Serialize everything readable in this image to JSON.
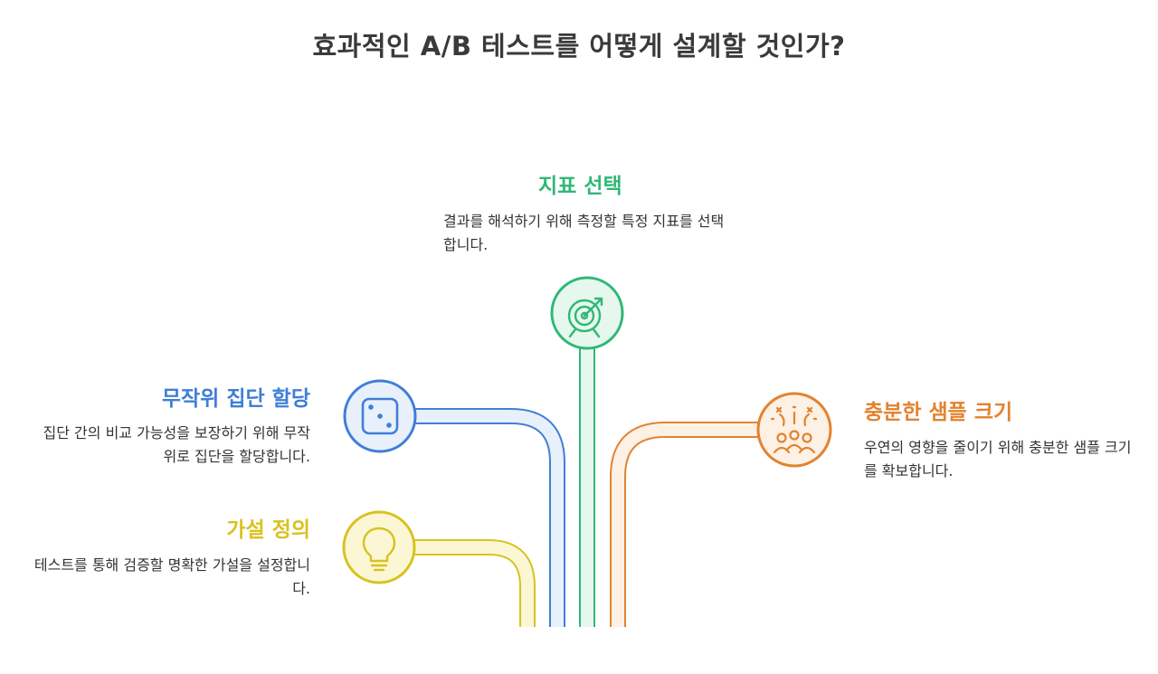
{
  "title": "효과적인 A/B 테스트를 어떻게 설계할 것인가?",
  "steps": {
    "metric": {
      "heading": "지표 선택",
      "description": "결과를 해석하기 위해 측정할 특정 지표를 선택합니다.",
      "icon": "target-arrow-icon",
      "color": "#2fb877",
      "fill": "#e6f7ee"
    },
    "random": {
      "heading": "무작위 집단 할당",
      "description": "집단 간의 비교 가능성을 보장하기 위해 무작위로 집단을 할당합니다.",
      "icon": "dice-icon",
      "color": "#3f7fd6",
      "fill": "#e8f0fb"
    },
    "sample": {
      "heading": "충분한 샘플 크기",
      "description": "우연의 영향을 줄이기 위해 충분한 샘플 크기를 확보합니다.",
      "icon": "people-celebration-icon",
      "color": "#e2832f",
      "fill": "#fdf0e4"
    },
    "hypothesis": {
      "heading": "가설 정의",
      "description": "테스트를 통해 검증할 명확한 가설을 설정합니다.",
      "icon": "lightbulb-icon",
      "color": "#d8c21f",
      "fill": "#fbf7d5"
    }
  }
}
